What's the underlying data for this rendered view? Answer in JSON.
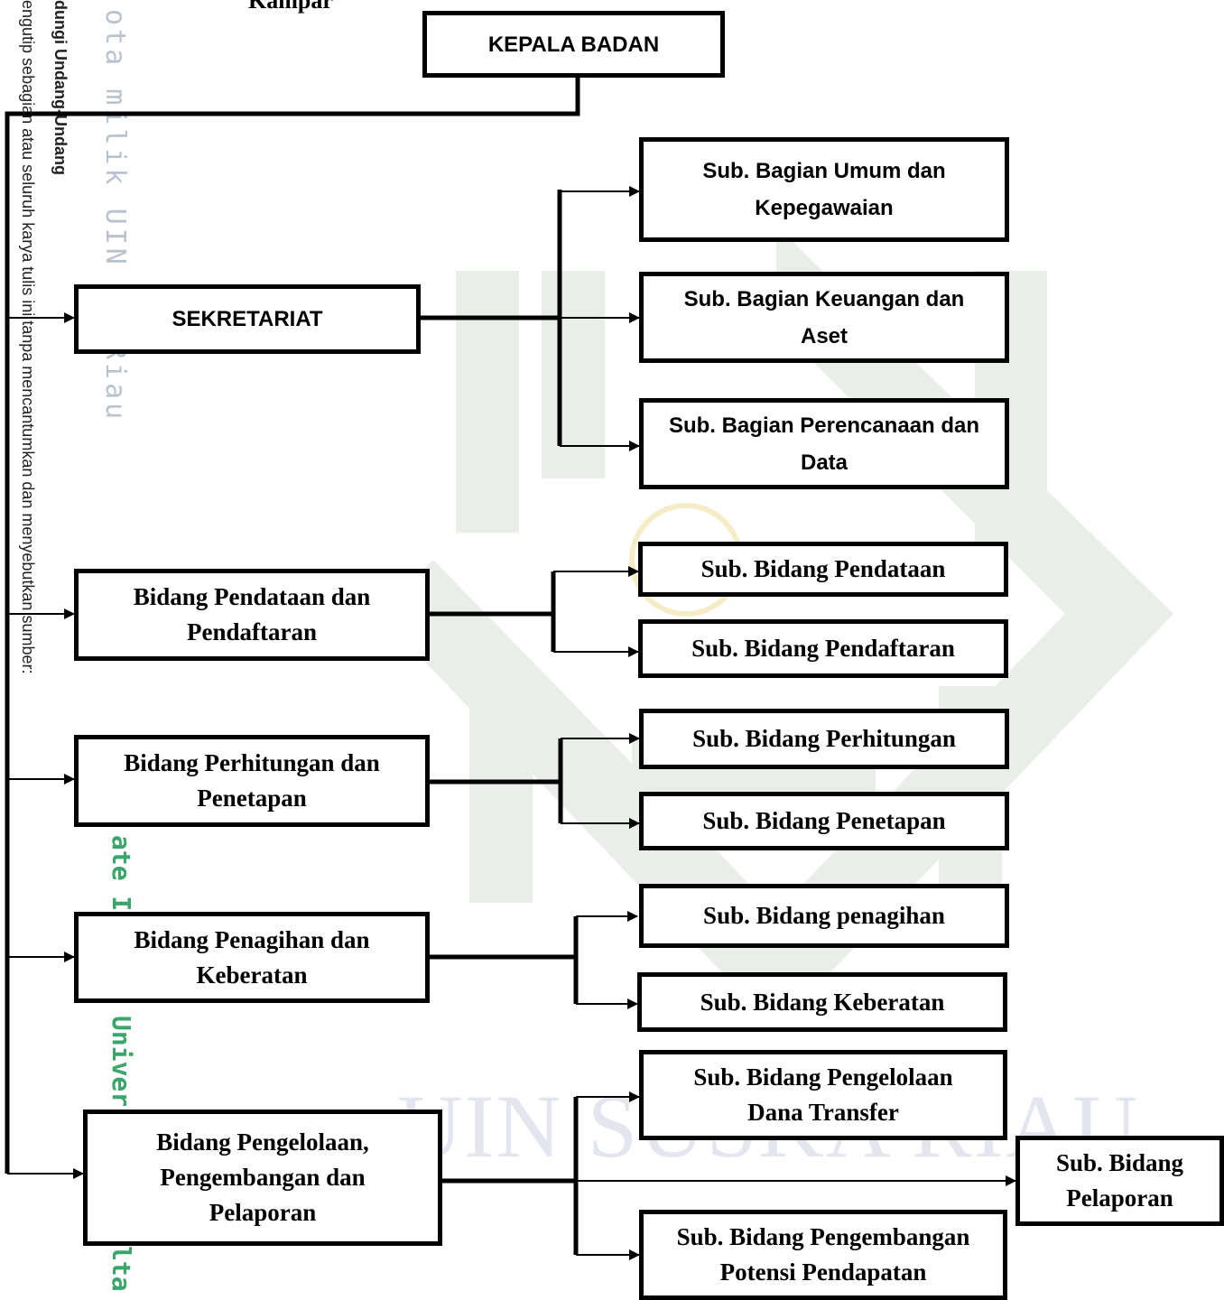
{
  "header_fragment": "Kampar",
  "side_notes": [
    "dungi Undang-Undang",
    "engutip sebagian atau seluruh karya tulis ini tanpa mencantumkan dan menyebutkan sumber:"
  ],
  "watermark": {
    "vertical_gray": "ota milik UIN Sus",
    "vertical_gray_2": "Riau",
    "vertical_green": "ate Is",
    "vertical_green_2": "Univer",
    "vertical_green_3": "lta",
    "horizontal": "UIN SUSKA RIAU"
  },
  "boxes": {
    "kepala": "KEPALA BADAN",
    "sekretariat": "SEKRETARIAT",
    "sub_umum": "Sub. Bagian Umum dan Kepegawaian",
    "sub_keuangan": "Sub. Bagian Keuangan dan Aset",
    "sub_perencanaan": "Sub. Bagian Perencanaan dan Data",
    "bidang_pendataan": "Bidang Pendataan dan Pendaftaran",
    "sub_pendataan": "Sub. Bidang Pendataan",
    "sub_pendaftaran": "Sub. Bidang Pendaftaran",
    "bidang_perhitungan": "Bidang Perhitungan dan Penetapan",
    "sub_perhitungan": "Sub. Bidang Perhitungan",
    "sub_penetapan": "Sub. Bidang Penetapan",
    "bidang_penagihan": "Bidang Penagihan dan Keberatan",
    "sub_penagihan": "Sub. Bidang penagihan",
    "sub_keberatan": "Sub. Bidang Keberatan",
    "bidang_pengelolaan": "Bidang Pengelolaan, Pengembangan dan Pelaporan",
    "sub_dana_transfer": "Sub. Bidang Pengelolaan Dana Transfer",
    "sub_pelaporan": "Sub. Bidang Pelaporan",
    "sub_potensi": "Sub. Bidang Pengembangan Potensi Pendapatan"
  }
}
